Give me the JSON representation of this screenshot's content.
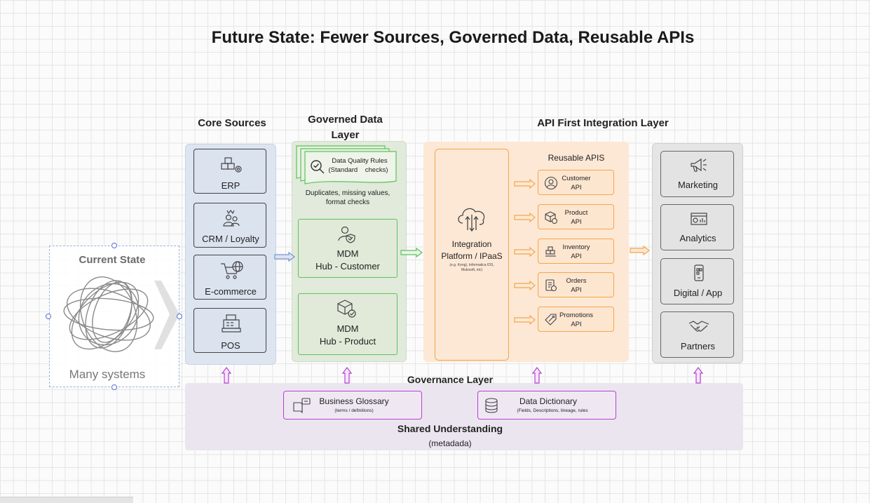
{
  "title": "Future State: Fewer Sources, Governed Data, Reusable APIs",
  "columns": {
    "core": "Core Sources",
    "governed_1": "Governed Data",
    "governed_2": "Layer",
    "api": "API First Integration Layer"
  },
  "current_state": {
    "title": "Current State",
    "subtitle": "Many systems"
  },
  "core_sources": [
    {
      "label": "ERP",
      "icon": "erp-icon"
    },
    {
      "label": "CRM / Loyalty",
      "icon": "crm-icon"
    },
    {
      "label": "E-commerce",
      "icon": "ecommerce-icon"
    },
    {
      "label": "POS",
      "icon": "pos-icon"
    }
  ],
  "governed": {
    "dq_title": "Data Quality Rules",
    "dq_sub": "(Standard    checks)",
    "dq_desc_1": "Duplicates, missing values,",
    "dq_desc_2": "format checks",
    "mdm_customer_1": "MDM",
    "mdm_customer_2": "Hub - Customer",
    "mdm_product_1": "MDM",
    "mdm_product_2": "Hub - Product"
  },
  "integration": {
    "title_1": "Integration",
    "title_2": "Platform / IPaaS",
    "sub_1": "(e.g. Kong), Informatica IDS,",
    "sub_2": "Mulesoft, etc)"
  },
  "reusable_title": "Reusable APIS",
  "apis": [
    {
      "l1": "Customer",
      "l2": "API",
      "icon": "customer-icon"
    },
    {
      "l1": "Product",
      "l2": "API",
      "icon": "product-icon"
    },
    {
      "l1": "Inventory",
      "l2": "API",
      "icon": "inventory-icon"
    },
    {
      "l1": "Orders",
      "l2": "API",
      "icon": "orders-icon"
    },
    {
      "l1": "Promotions",
      "l2": "API",
      "icon": "promotions-icon"
    }
  ],
  "consumers": [
    {
      "label": "Marketing",
      "icon": "megaphone-icon"
    },
    {
      "label": "Analytics",
      "icon": "analytics-icon"
    },
    {
      "label": "Digital / App",
      "icon": "mobile-icon"
    },
    {
      "label": "Partners",
      "icon": "handshake-icon"
    }
  ],
  "governance": {
    "title": "Governance Layer",
    "glossary_title": "Business Glossary",
    "glossary_sub": "(terms / definitions)",
    "dictionary_title": "Data Dictionary",
    "dictionary_sub": "(Fields, Descriptions, lineage, rules",
    "shared_title": "Shared Understanding",
    "shared_sub": "(metadada)"
  },
  "colors": {
    "core_panel": "#dde5f1",
    "governed_panel": "#e1eadb",
    "api_panel": "#fde8d5",
    "consumer_panel": "#e5e5e5",
    "governance_panel": "#ebe5f0",
    "green": "#5cc25c",
    "orange": "#f3a64c",
    "purple": "#b93fd6"
  }
}
